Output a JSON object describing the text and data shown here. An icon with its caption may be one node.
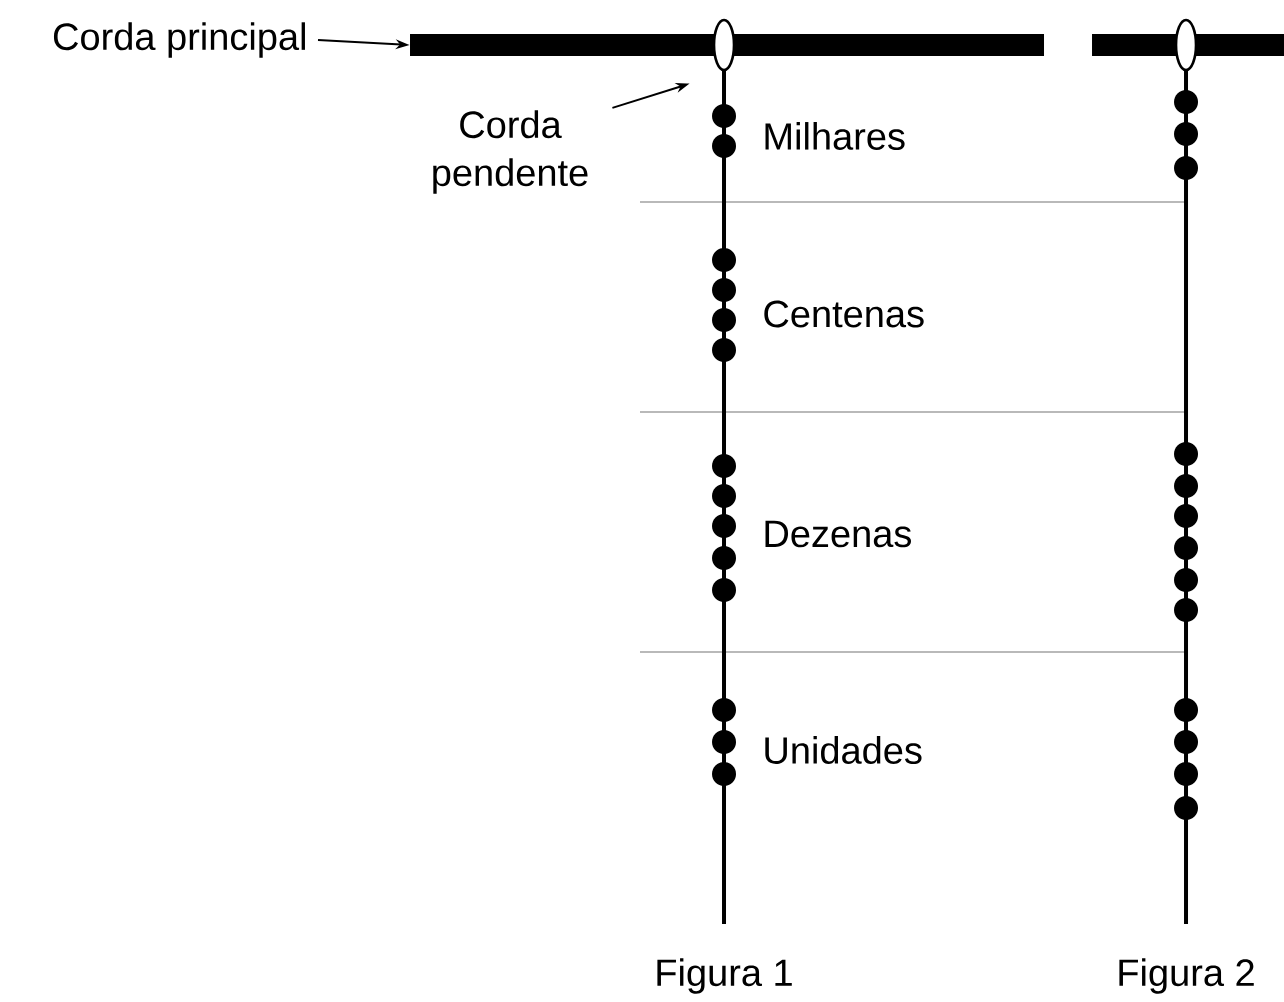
{
  "diagram": {
    "nodes": [
      {
        "text": [
          "Corda principal"
        ]
      },
      {
        "text": [],
        "shape": "bar"
      },
      {
        "text": [
          "Corda pendente"
        ]
      },
      {
        "text": [],
        "shape": "line"
      },
      {
        "text": [],
        "shape": "bar"
      },
      {
        "text": [],
        "shape": "line"
      }
    ],
    "edges": [
      {
        "from": 0,
        "to": 1,
        "arrow": "to"
      },
      {
        "from": 2,
        "to": 3,
        "arrow": "to"
      }
    ],
    "labels": [
      "Milhares",
      "Centenas",
      "Dezenas",
      "Unidades",
      "Figura 1",
      "Figura 2"
    ]
  }
}
